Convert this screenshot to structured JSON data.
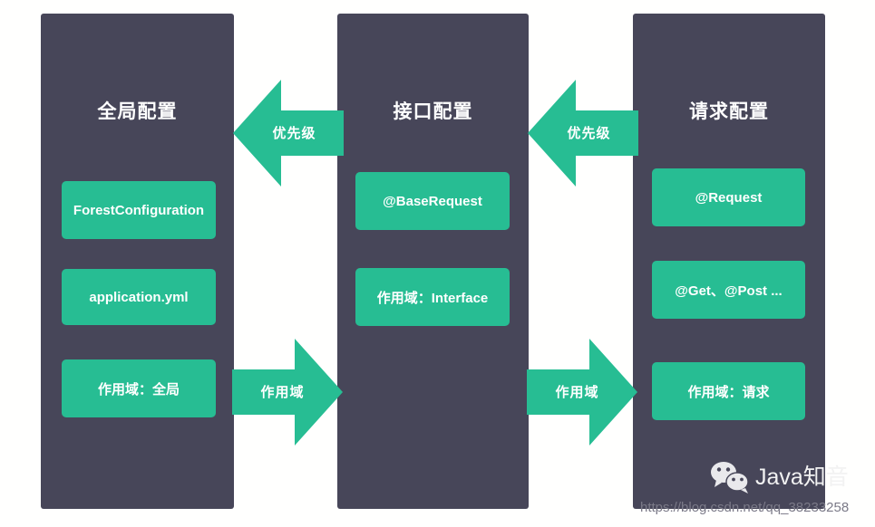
{
  "diagram": {
    "title": "Forest configuration priority and scope diagram",
    "background_color": "#ffffff",
    "panel_color": "#474659",
    "accent_color": "#27bd93",
    "text_color": "#ffffff",
    "panels": [
      {
        "title": "全局配置",
        "items": [
          "ForestConfiguration",
          "application.yml",
          "作用域：全局"
        ]
      },
      {
        "title": "接口配置",
        "items": [
          "@BaseRequest",
          "作用域：Interface"
        ]
      },
      {
        "title": "请求配置",
        "items": [
          "@Request",
          "@Get、@Post ...",
          "作用域：请求"
        ]
      }
    ],
    "arrows": [
      {
        "label": "优先级",
        "direction": "left",
        "from": "接口配置",
        "to": "全局配置"
      },
      {
        "label": "优先级",
        "direction": "left",
        "from": "请求配置",
        "to": "接口配置"
      },
      {
        "label": "作用域",
        "direction": "right",
        "from": "全局配置",
        "to": "接口配置"
      },
      {
        "label": "作用域",
        "direction": "right",
        "from": "接口配置",
        "to": "请求配置"
      }
    ]
  },
  "watermark": {
    "url": "https://blog.csdn.net/qq_38233258",
    "brand_name": "Java知音",
    "brand_icon": "wechat-icon"
  }
}
